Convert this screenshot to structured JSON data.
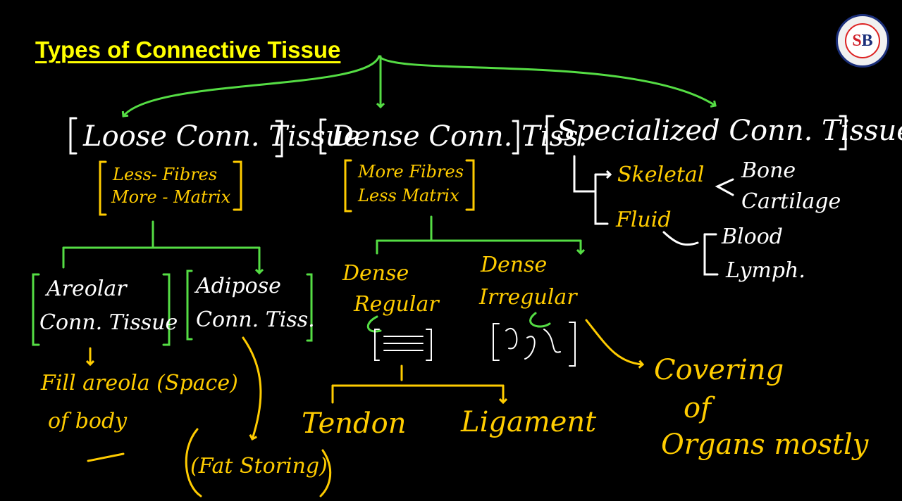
{
  "title": "Types of Connective Tissue",
  "colors": {
    "title": "#ffff00",
    "links": "#55dd44",
    "notes": "#ffcc00",
    "labels": "#ffffff"
  },
  "logo": {
    "text_s": "S",
    "text_b": "B"
  },
  "types": {
    "loose": {
      "name": "Loose Conn. Tissue",
      "traits": [
        "Less- Fibres",
        "More - Matrix"
      ],
      "subtypes": {
        "areolar": {
          "name_line1": "Areolar",
          "name_line2": "Conn. Tissue",
          "note_line1": "Fill areola (Space)",
          "note_line2": "of body"
        },
        "adipose": {
          "name_line1": "Adipose",
          "name_line2": "Conn. Tiss.",
          "note": "(Fat Storing)"
        }
      }
    },
    "dense": {
      "name": "Dense Conn. Tiss.",
      "traits": [
        "More Fibres",
        "Less Matrix"
      ],
      "subtypes": {
        "regular": {
          "name_line1": "Dense",
          "name_line2": "Regular",
          "examples": [
            "Tendon",
            "Ligament"
          ]
        },
        "irregular": {
          "name_line1": "Dense",
          "name_line2": "Irregular",
          "note_line1": "Covering",
          "note_line2": "of",
          "note_line3": "Organs mostly"
        }
      }
    },
    "specialized": {
      "name": "Specialized Conn. Tissue",
      "skeletal": {
        "name": "Skeletal",
        "items": [
          "Bone",
          "Cartilage"
        ]
      },
      "fluid": {
        "name": "Fluid",
        "items": [
          "Blood",
          "Lymph."
        ]
      }
    }
  }
}
